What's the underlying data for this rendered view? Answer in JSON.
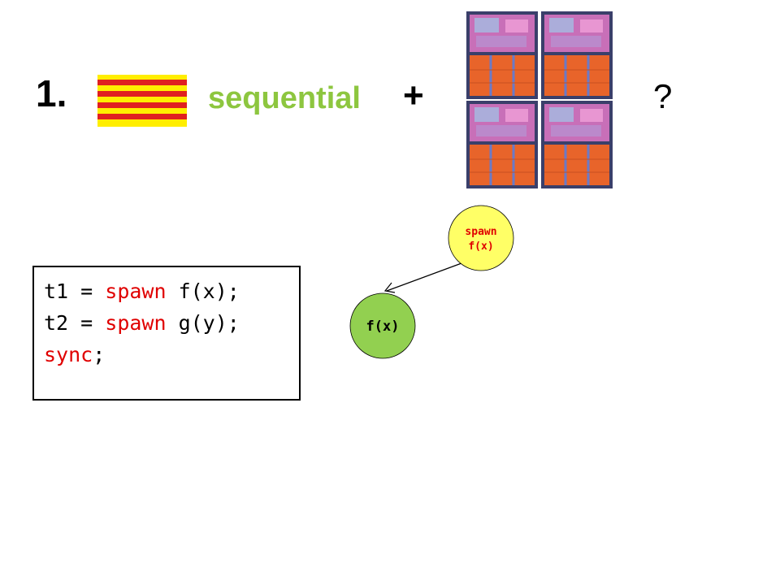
{
  "title": {
    "step_number": "1.",
    "sequential_label": "sequential",
    "plus": "+",
    "question": "?"
  },
  "colors": {
    "sequential": "#8dc63f",
    "keyword": "#e00000",
    "flag_red": "#e02020",
    "flag_yellow": "#ffee00",
    "spawn_node_fill": "#ffff66",
    "task_node_fill": "#92d050"
  },
  "icons": {
    "flag": "striped-flag-icon",
    "multicore": "multicore-processor-chip-icon"
  },
  "code": {
    "line1": {
      "var": "t1 = ",
      "kw": "spawn",
      "rest": " f(x);"
    },
    "line2": {
      "var": "t2 = ",
      "kw": "spawn",
      "rest": " g(y);"
    },
    "line3": {
      "kw": "sync",
      "rest": ";"
    }
  },
  "graph": {
    "spawn_node": {
      "line1": "spawn",
      "line2": "f(x)"
    },
    "task_node": {
      "label": "f(x)"
    }
  }
}
